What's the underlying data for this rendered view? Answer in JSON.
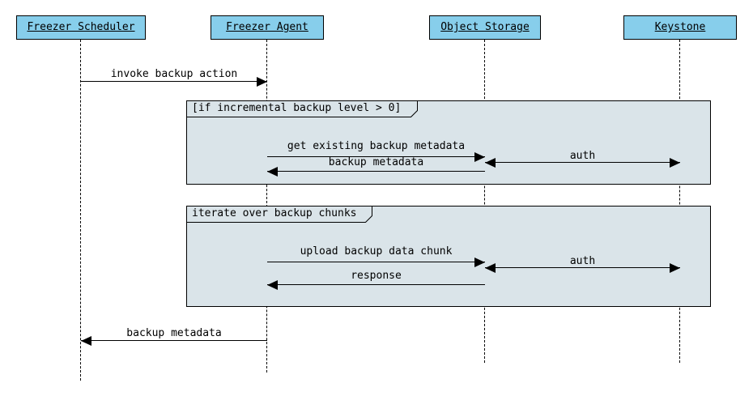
{
  "diagram": {
    "type": "sequence-diagram",
    "colors": {
      "actor_fill": "#87CEEB",
      "frame_fill": "#DAE4E9",
      "line": "#000000",
      "background": "#FFFFFF"
    },
    "actors": [
      {
        "label": "Freezer Scheduler"
      },
      {
        "label": "Freezer Agent"
      },
      {
        "label": "Object Storage"
      },
      {
        "label": "Keystone"
      }
    ],
    "messages": {
      "invoke": {
        "label": "invoke backup action",
        "from": "Freezer Scheduler",
        "to": "Freezer Agent",
        "direction": "right"
      },
      "final_reply": {
        "label": "backup metadata",
        "from": "Freezer Agent",
        "to": "Freezer Scheduler",
        "direction": "left"
      }
    },
    "frames": [
      {
        "label": "[if incremental backup level > 0]",
        "messages": [
          {
            "label": "get existing backup metadata",
            "from": "Freezer Agent",
            "to": "Object Storage",
            "direction": "right"
          },
          {
            "label": "backup metadata",
            "from": "Object Storage",
            "to": "Freezer Agent",
            "direction": "left"
          },
          {
            "label": "auth",
            "from": "Object Storage",
            "to": "Keystone",
            "direction": "both"
          }
        ]
      },
      {
        "label": "iterate over backup chunks",
        "messages": [
          {
            "label": "upload backup data chunk",
            "from": "Freezer Agent",
            "to": "Object Storage",
            "direction": "right"
          },
          {
            "label": "auth",
            "from": "Object Storage",
            "to": "Keystone",
            "direction": "both"
          },
          {
            "label": "response",
            "from": "Object Storage",
            "to": "Freezer Agent",
            "direction": "left"
          }
        ]
      }
    ]
  }
}
